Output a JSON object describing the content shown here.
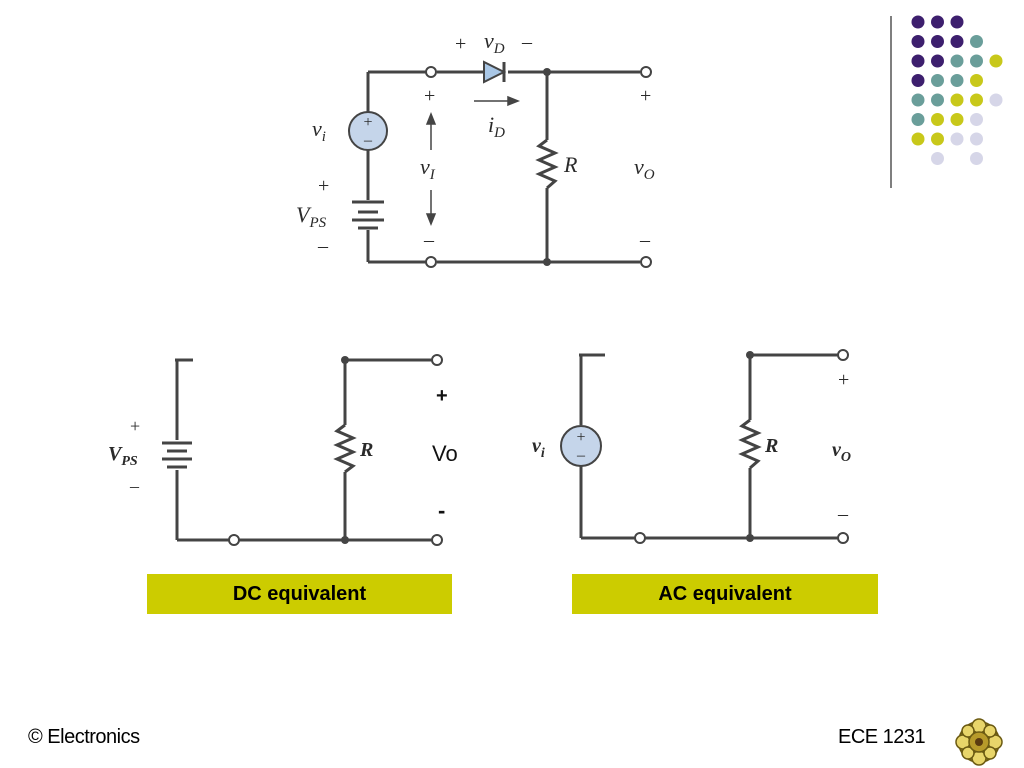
{
  "slide": {
    "top_circuit": {
      "vi": "v",
      "vi_sub": "i",
      "vps": "V",
      "vps_sub": "PS",
      "vd": "v",
      "vd_sub": "D",
      "id": "i",
      "id_sub": "D",
      "vI": "v",
      "vI_sub": "I",
      "r": "R",
      "vo": "v",
      "vo_sub": "O",
      "plus": "+",
      "minus": "–"
    },
    "dc_circuit": {
      "vps": "V",
      "vps_sub": "PS",
      "r": "R",
      "vo": "Vo",
      "plus": "+",
      "minus": "-",
      "src_plus": "+",
      "src_minus": "–"
    },
    "ac_circuit": {
      "vi": "v",
      "vi_sub": "i",
      "r": "R",
      "vo": "v",
      "vo_sub": "O",
      "plus": "+",
      "minus": "–"
    },
    "dc_label": "DC equivalent",
    "ac_label": "AC equivalent",
    "footer_left": "© Electronics",
    "footer_right": "ECE 1231"
  },
  "colors": {
    "purple": "#3d1f6e",
    "teal": "#6a9e9a",
    "olive": "#c8c81a",
    "lavender": "#d6d6e8",
    "label_bg": "#cccc00",
    "source_fill": "#c5d5ea",
    "diode_fill": "#a9c7e6"
  }
}
